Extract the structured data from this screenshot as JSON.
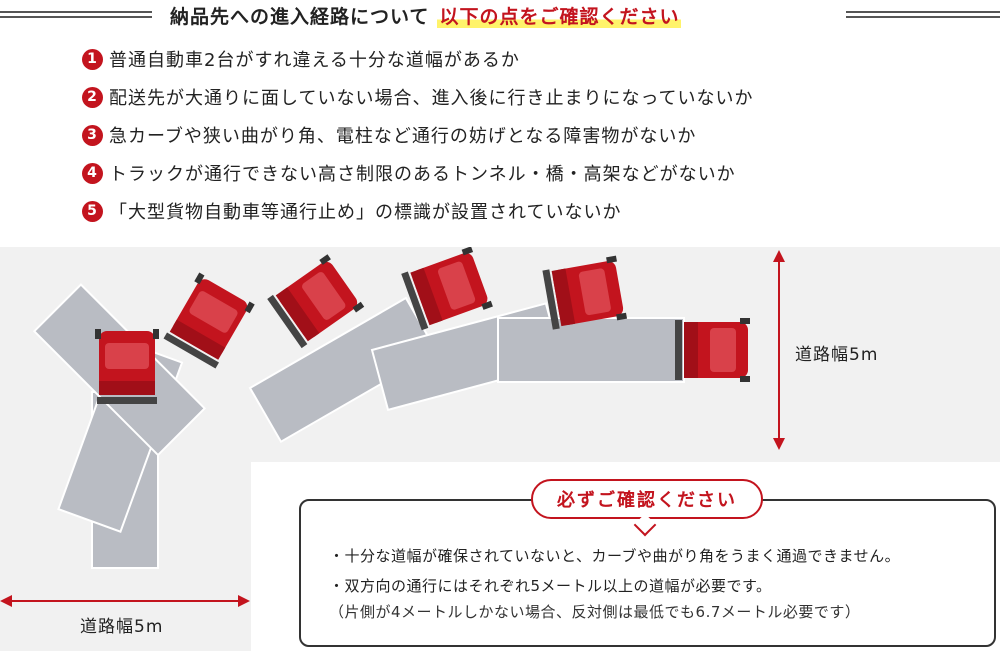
{
  "header": {
    "title": "納品先への進入経路について",
    "highlight": "以下の点をご確認ください"
  },
  "checklist": [
    {
      "num": "1",
      "text": "普通自動車2台がすれ違える十分な道幅があるか"
    },
    {
      "num": "2",
      "text": "配送先が大通りに面していない場合、進入後に行き止まりになっていないか"
    },
    {
      "num": "3",
      "text": "急カーブや狭い曲がり角、電柱など通行の妨げとなる障害物がないか"
    },
    {
      "num": "4",
      "text": "トラックが通行できない高さ制限のあるトンネル・橋・高架などがないか"
    },
    {
      "num": "5",
      "text": "「大型貨物自動車等通行止め」の標識が設置されていないか"
    }
  ],
  "diagram": {
    "road_width_right": "道路幅5m",
    "road_width_bottom": "道路幅5m",
    "colors": {
      "road": "#f1f1f1",
      "truck_cab": "#c3141e",
      "cargo": "#b9bcc3",
      "arrow": "#c3141e"
    }
  },
  "callout": {
    "tag": "必ずご確認ください",
    "line1": "・十分な道幅が確保されていないと、カーブや曲がり角をうまく通過できません。",
    "line2": "・双方向の通行にはそれぞれ5メートル以上の道幅が必要です。",
    "line3": "（片側が4メートルしかない場合、反対側は最低でも6.7メートル必要です）"
  }
}
